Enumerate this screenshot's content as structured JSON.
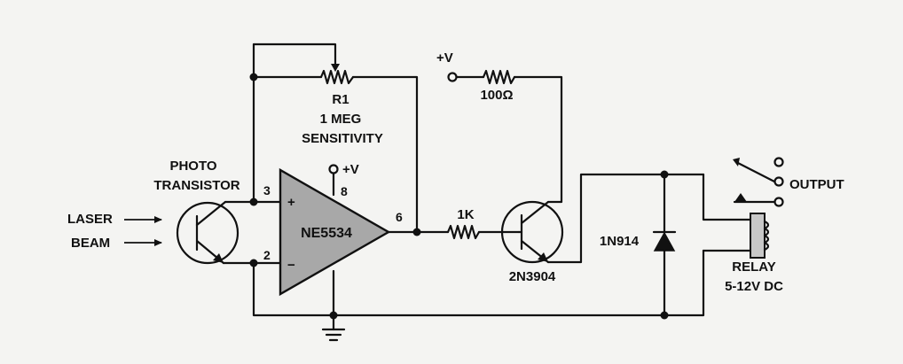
{
  "labels": {
    "photo": "PHOTO",
    "transistor": "TRANSISTOR",
    "laser": "LASER",
    "beam": "BEAM",
    "r1": "R1",
    "r1_value": "1 MEG",
    "sensitivity": "SENSITIVITY",
    "supply_opamp": "+V",
    "supply_top": "+V",
    "res_100": "100Ω",
    "res_1k": "1K",
    "opamp": "NE5534",
    "pin3": "3",
    "pin2": "2",
    "pin8": "8",
    "pin6": "6",
    "plus": "+",
    "minus": "−",
    "transistor2": "2N3904",
    "diode": "1N914",
    "relay": "RELAY",
    "relay_rating": "5-12V DC",
    "output": "OUTPUT"
  },
  "colors": {
    "opamp_fill": "#a8a8a8",
    "ink": "#111111",
    "paper": "#f4f4f2"
  }
}
